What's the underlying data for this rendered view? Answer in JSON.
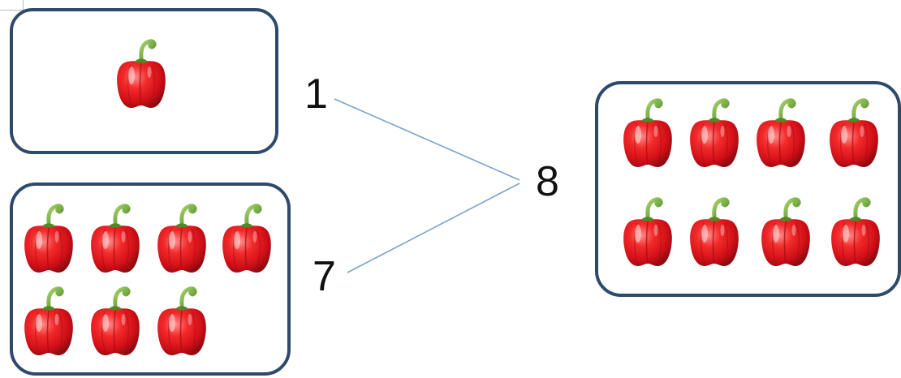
{
  "part_a": {
    "number": "1",
    "count": 1,
    "item": "red-bell-pepper"
  },
  "part_b": {
    "number": "7",
    "count": 7,
    "item": "red-bell-pepper"
  },
  "whole": {
    "number": "8",
    "count": 8,
    "item": "red-bell-pepper"
  },
  "colors": {
    "box_border": "#2e4a6b",
    "connector_line": "#7aa3c8",
    "pepper_red": "#e8131c",
    "pepper_stem": "#6da53a"
  }
}
